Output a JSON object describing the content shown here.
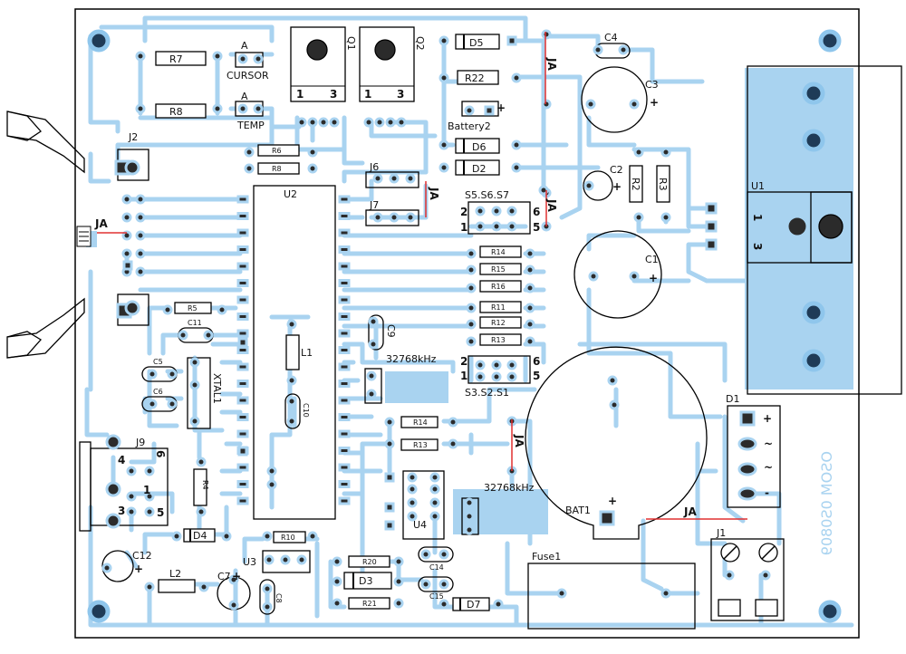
{
  "board": {
    "mirrored_code": "OSOM 0S0809",
    "colors": {
      "trace": "#a9d3f0",
      "copper_fill": "#a9d3f0",
      "pad": "#2b2b2b",
      "jumper": "#e03030",
      "outline": "#000000"
    }
  },
  "labels": {
    "cursor_a": "A",
    "cursor": "CURSOR",
    "temp_a": "A",
    "temp": "TEMP",
    "q1": "Q1",
    "q2": "Q2",
    "q1_pin1": "1",
    "q1_pin3": "3",
    "q2_pin1": "1",
    "q2_pin3": "3",
    "d5": "D5",
    "r22": "R22",
    "battery2": "Battery2",
    "battery_plus": "+",
    "d6": "D6",
    "d2": "D2",
    "c4": "C4",
    "c3": "C3",
    "c2": "C2",
    "r2": "R2",
    "r3": "R3",
    "u1": "U1",
    "u1_pin1": "1",
    "u1_pin3": "3",
    "c1": "C1",
    "d1": "D1",
    "j1": "J1",
    "r7": "R7",
    "r8": "R8",
    "r6": "R6",
    "r8b": "R8",
    "j2": "J2",
    "ja": "JA",
    "u2": "U2",
    "j6": "J6",
    "j7": "J7",
    "s567": "S5.S6.S7",
    "s321": "S3.S2.S1",
    "n2a": "2",
    "n1a": "1",
    "n6a": "6",
    "n5a": "5",
    "n2b": "2",
    "n1b": "1",
    "n6b": "6",
    "n5b": "5",
    "r14": "R14",
    "r15": "R15",
    "r16": "R16",
    "r11": "R11",
    "r12": "R12",
    "r13": "R13",
    "xtal_freq": "32768kHz",
    "xtal_freq2": "32768kHz",
    "r5": "R5",
    "c11": "C11",
    "c9": "C9",
    "l1": "L1",
    "c10": "C10",
    "c5": "C5",
    "c6": "C6",
    "xtal1": "XTAL1",
    "j9": "J9",
    "j9_4": "4",
    "j9_6": "6",
    "j9_1": "1",
    "j9_3": "3",
    "j9_5": "5",
    "r4": "R4",
    "r14b": "R14",
    "r13b": "R13",
    "u4": "U4",
    "bat1": "BAT1",
    "bat_plus": "+",
    "d4": "D4",
    "r10": "R10",
    "u3": "U3",
    "c12": "C12",
    "l2": "L2",
    "c7": "C7",
    "c8": "C8",
    "r20": "R20",
    "d3": "D3",
    "r21": "R21",
    "c14": "C14",
    "c15": "C15",
    "d7": "D7",
    "fuse1": "Fuse1",
    "d1_plus": "+",
    "d1_tilde1": "~",
    "d1_tilde2": "~",
    "d1_minus": "-",
    "plus_c3": "+",
    "plus_c2": "+",
    "plus_c1": "+",
    "plus_c12": "+",
    "plus_c7": "+"
  }
}
